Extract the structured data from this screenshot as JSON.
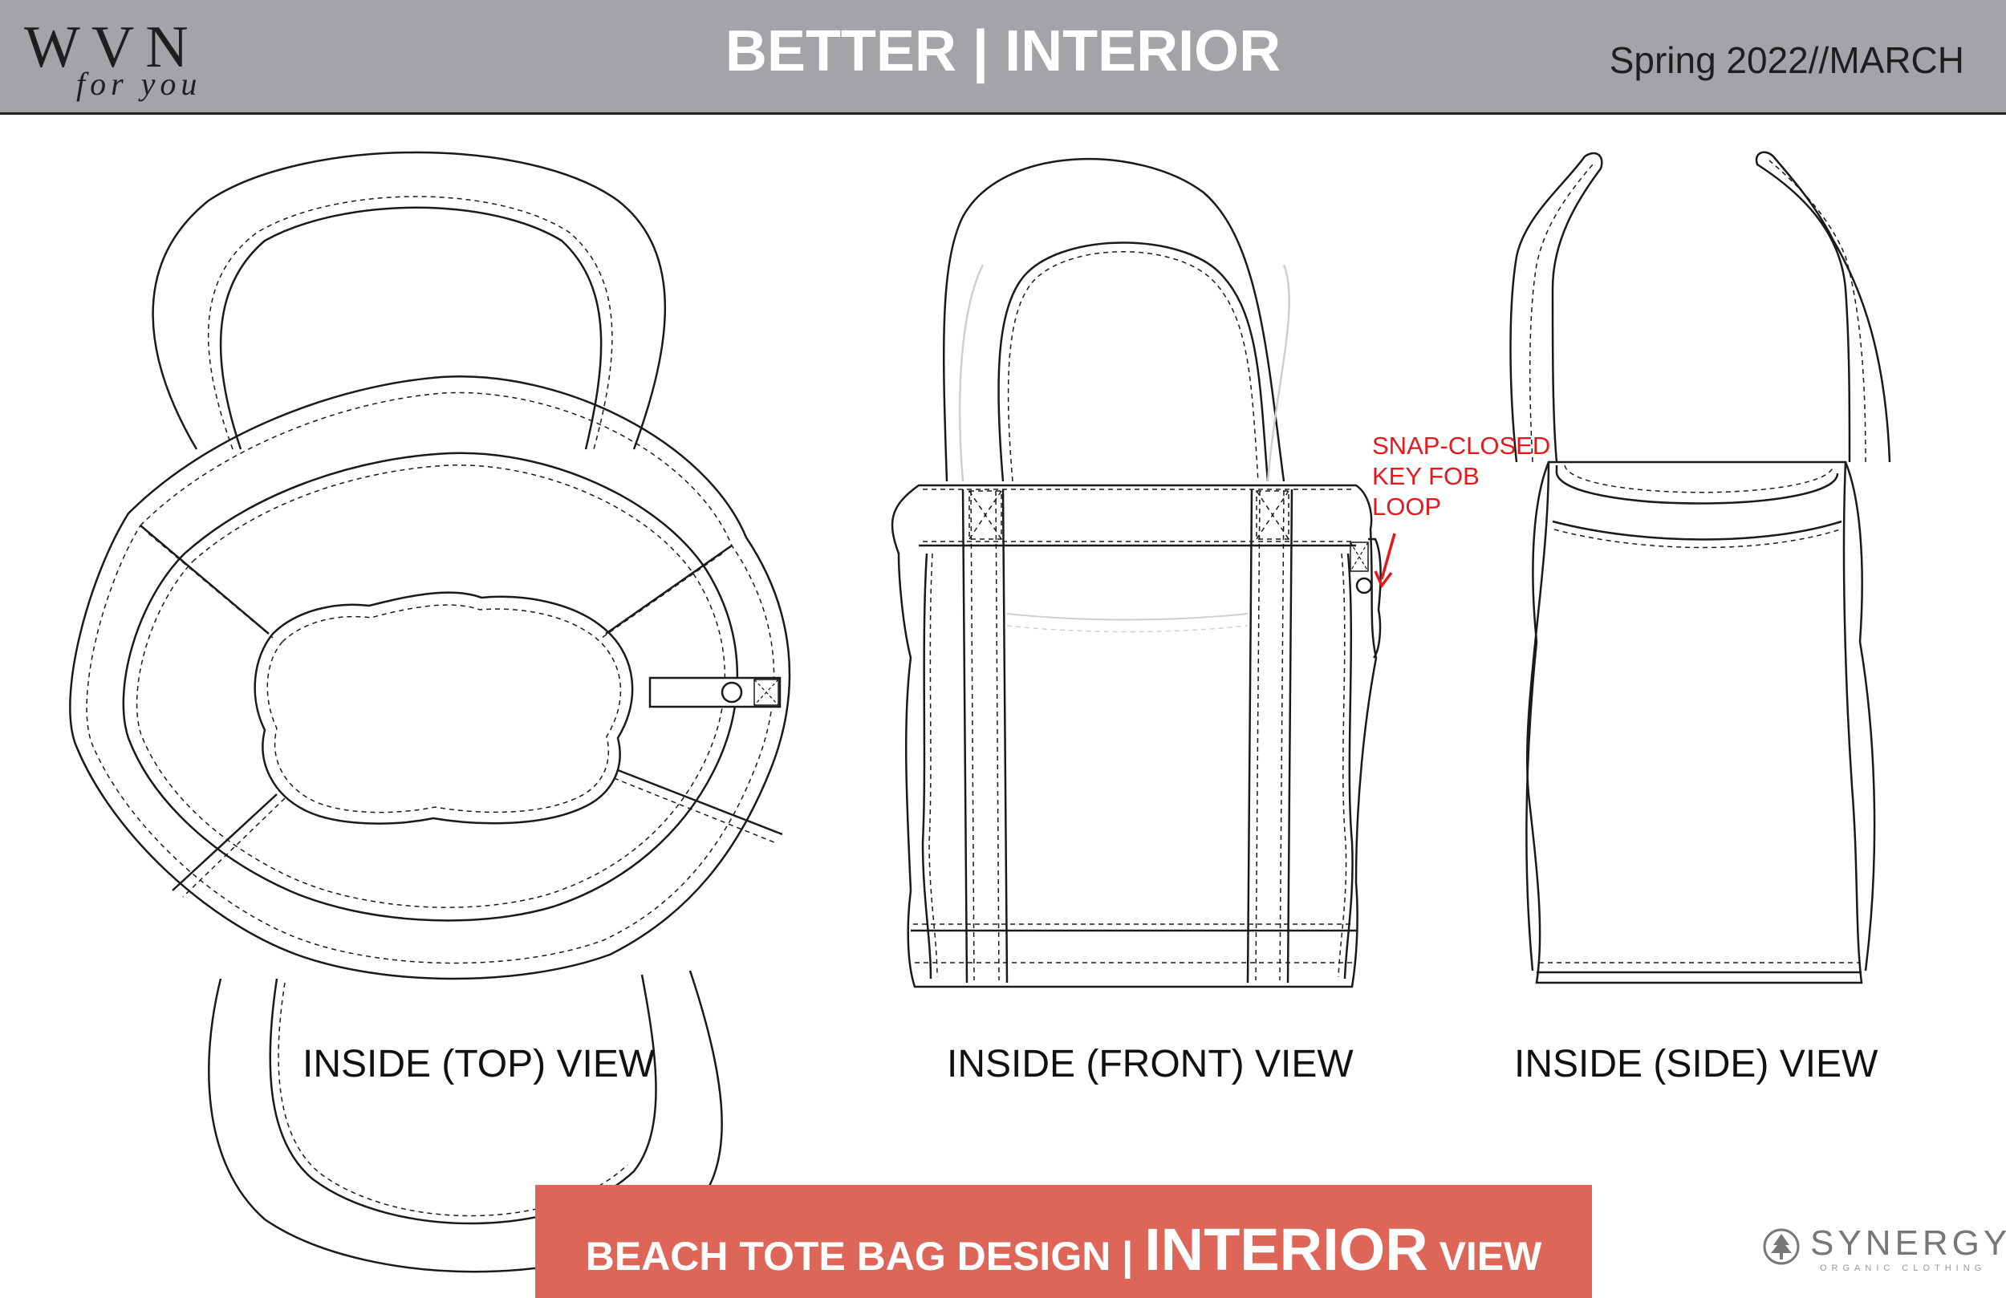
{
  "header": {
    "logo_main": "WVN",
    "logo_sub": "for you",
    "title": "BETTER | INTERIOR",
    "season": "Spring 2022//MARCH"
  },
  "views": {
    "top_label": "INSIDE (TOP) VIEW",
    "front_label": "INSIDE (FRONT) VIEW",
    "side_label": "INSIDE (SIDE) VIEW"
  },
  "callout": {
    "line1": "SNAP-CLOSED",
    "line2": "KEY FOB",
    "line3": "LOOP"
  },
  "banner": {
    "part1": "BEACH TOTE BAG DESIGN | ",
    "part2": "INTERIOR",
    "part3": " VIEW"
  },
  "brand": {
    "name": "SYNERGY",
    "tagline": "ORGANIC CLOTHING"
  },
  "colors": {
    "header_bg": "#a3a4a8",
    "banner_bg": "#de6659",
    "callout_red": "#e3191c"
  }
}
